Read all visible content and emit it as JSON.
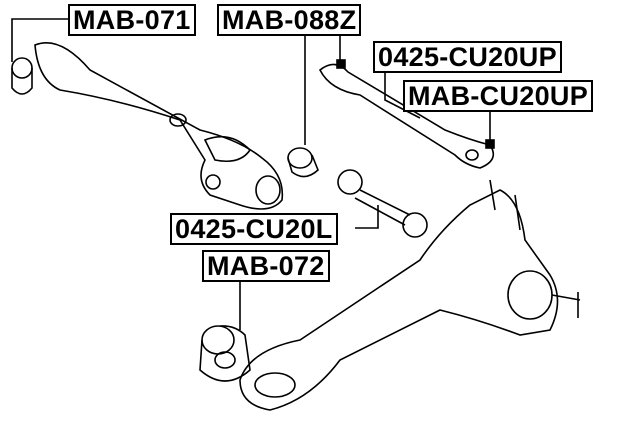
{
  "labels": {
    "mab_071": "MAB-071",
    "mab_088z": "MAB-088Z",
    "cu20up_0425": "0425-CU20UP",
    "mab_cu20up": "MAB-CU20UP",
    "cu20l_0425": "0425-CU20L",
    "mab_072": "MAB-072"
  },
  "colors": {
    "line": "#000000",
    "background": "#ffffff"
  }
}
